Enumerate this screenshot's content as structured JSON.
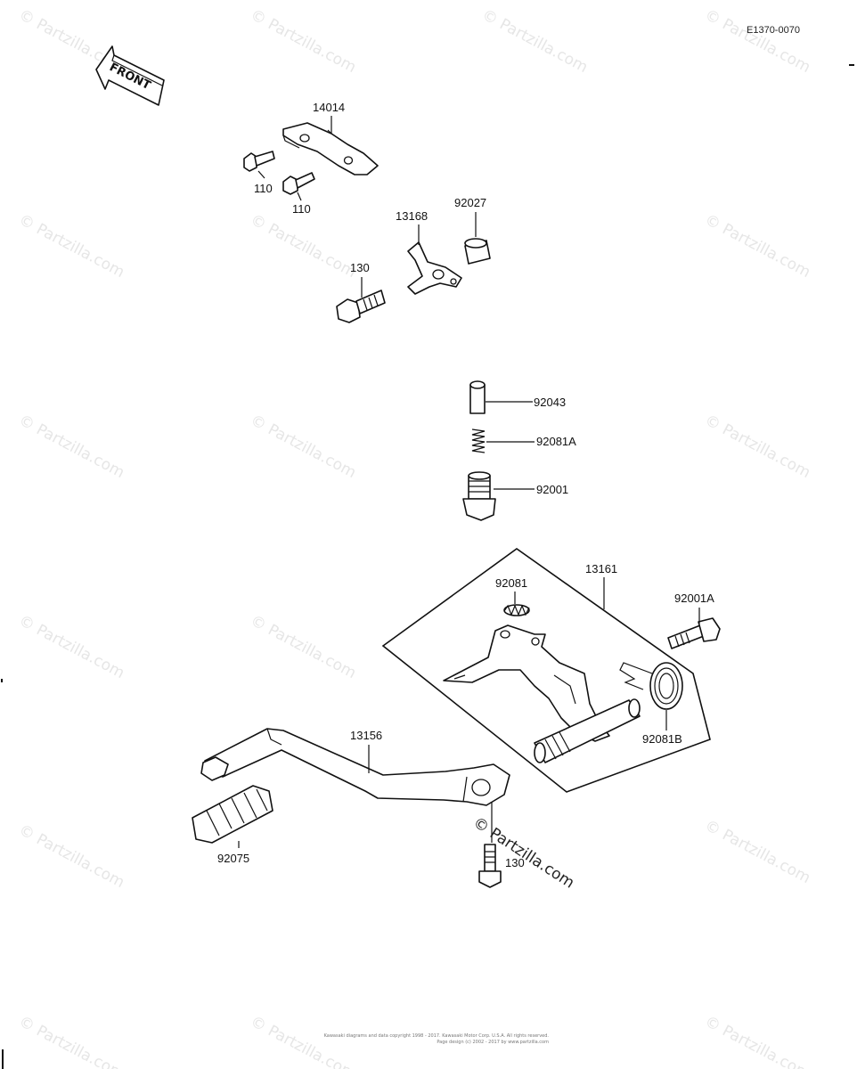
{
  "diagram_code": "E1370-0070",
  "front_label": "FRONT",
  "watermark_text": "© Partzilla.com",
  "footer_lines": [
    "Kawasaki diagrams and data copyright 1998 - 2017. Kawasaki Motor Corp. U.S.A. All rights reserved.",
    "Page design (c) 2002 - 2017 by www.partzilla.com"
  ],
  "parts": [
    {
      "id": "p14014",
      "label": "14014"
    },
    {
      "id": "p110a",
      "label": "110"
    },
    {
      "id": "p110b",
      "label": "110"
    },
    {
      "id": "p13168",
      "label": "13168"
    },
    {
      "id": "p92027",
      "label": "92027"
    },
    {
      "id": "p130a",
      "label": "130"
    },
    {
      "id": "p92043",
      "label": "92043"
    },
    {
      "id": "p92081A",
      "label": "92081A"
    },
    {
      "id": "p92001",
      "label": "92001"
    },
    {
      "id": "p13161",
      "label": "13161"
    },
    {
      "id": "p92081",
      "label": "92081"
    },
    {
      "id": "p92001A",
      "label": "92001A"
    },
    {
      "id": "p92081B",
      "label": "92081B"
    },
    {
      "id": "p13156",
      "label": "13156"
    },
    {
      "id": "p92075",
      "label": "92075"
    },
    {
      "id": "p130b",
      "label": "130"
    }
  ],
  "colors": {
    "ink": "#111111",
    "watermark": "#e6e6e6"
  }
}
